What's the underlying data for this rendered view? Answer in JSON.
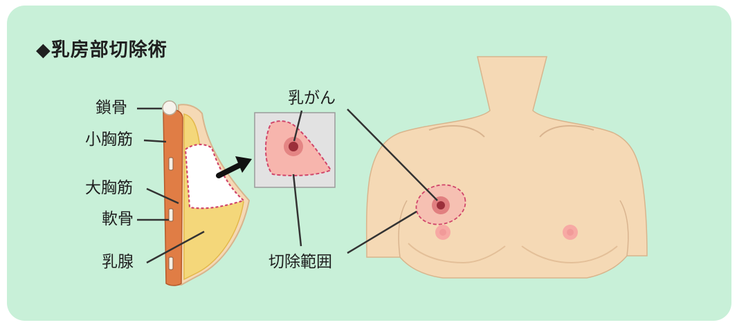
{
  "title": "◆乳房部切除術",
  "anatomy_labels": {
    "clavicle": "鎖骨",
    "pectoralis_minor": "小胸筋",
    "pectoralis_major": "大胸筋",
    "cartilage": "軟骨",
    "mammary_gland": "乳腺"
  },
  "callouts": {
    "breast_cancer": "乳がん",
    "resection_area": "切除範囲"
  },
  "colors": {
    "background": "#c8f0d8",
    "skin": "#f5d9b5",
    "skin_outline": "#d8b48c",
    "muscle": "#e07d45",
    "gland": "#f4d77a",
    "tumor": "#9b2f3a",
    "resection_fill": "#f7b5ad",
    "resection_dash": "#d0456a",
    "nipple": "#f19a99"
  }
}
